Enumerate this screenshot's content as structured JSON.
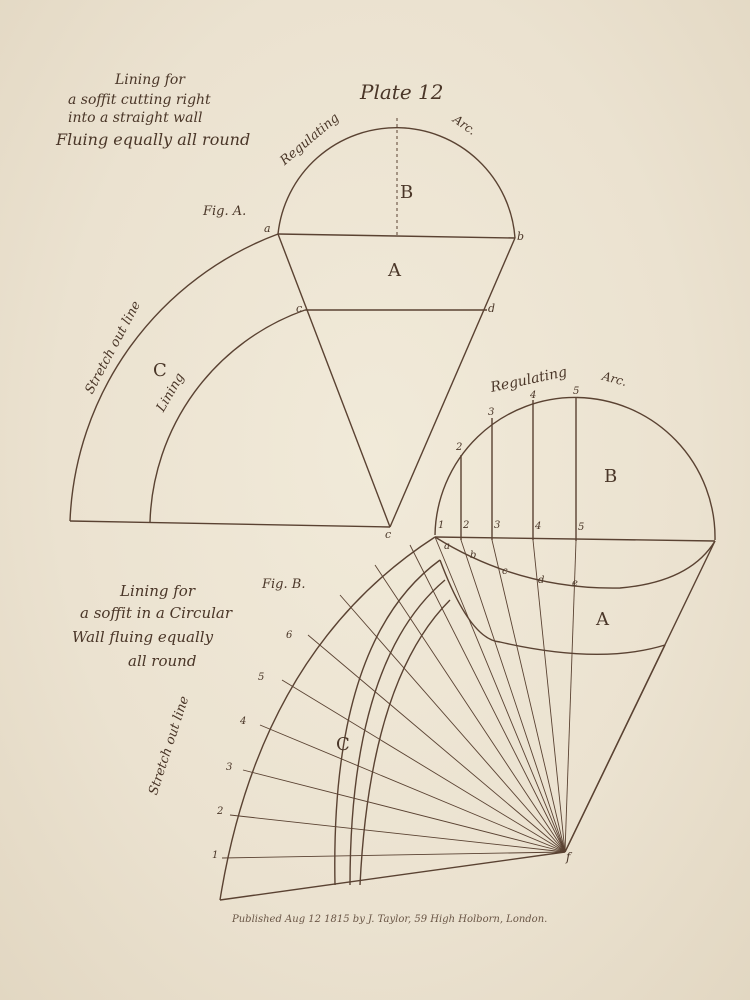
{
  "plate_title": "Plate 12",
  "fig_a": {
    "label": "Fig. A.",
    "caption": [
      "Lining for",
      "a soffit cutting right",
      "into a straight wall",
      "Fluing equally all round"
    ],
    "regulating": "Regulating",
    "arc": "Arc.",
    "stretch": "Stretch out line",
    "lining": "Lining",
    "regions": {
      "b": "B",
      "a": "A",
      "c": "C"
    },
    "points": {
      "a": "a",
      "b": "b",
      "c": "c",
      "d": "d",
      "e": "c"
    }
  },
  "fig_b": {
    "label": "Fig. B.",
    "caption": [
      "Lining for",
      "a soffit in a Circular",
      "Wall fluing equally",
      "all round"
    ],
    "regulating": "Regulating",
    "arc": "Arc.",
    "stretch": "Stretch out line",
    "regions": {
      "b": "B",
      "a": "A",
      "c": "C"
    },
    "apex": "f",
    "arc_numbers": [
      "2",
      "3",
      "4",
      "5"
    ],
    "chord_numbers": [
      "1",
      "2",
      "3",
      "4",
      "5"
    ],
    "curve_letters": [
      "a",
      "b",
      "c",
      "d",
      "e"
    ],
    "stretch_numbers": [
      "1",
      "2",
      "3",
      "4",
      "5",
      "6"
    ]
  },
  "imprint": "Published Aug 12 1815 by J. Taylor, 59 High Holborn, London."
}
